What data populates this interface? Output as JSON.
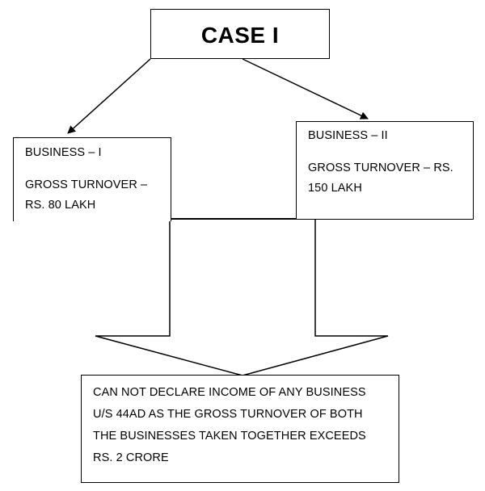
{
  "diagram": {
    "title": "CASE I",
    "business_1": {
      "name": "BUSINESS – I",
      "turnover_line1": "GROSS TURNOVER –",
      "turnover_line2": "RS. 80 LAKH"
    },
    "business_2": {
      "name": "BUSINESS – II",
      "turnover_line1": "GROSS TURNOVER – RS.",
      "turnover_line2": "150 LAKH"
    },
    "conclusion": {
      "line1": "CAN NOT DECLARE INCOME OF ANY BUSINESS",
      "line2": "U/S 44AD AS THE GROSS TURNOVER OF BOTH",
      "line3": "THE BUSINESSES TAKEN TOGETHER EXCEEDS",
      "line4": "RS. 2 CRORE"
    }
  },
  "colors": {
    "stroke": "#000000",
    "background": "#ffffff"
  }
}
